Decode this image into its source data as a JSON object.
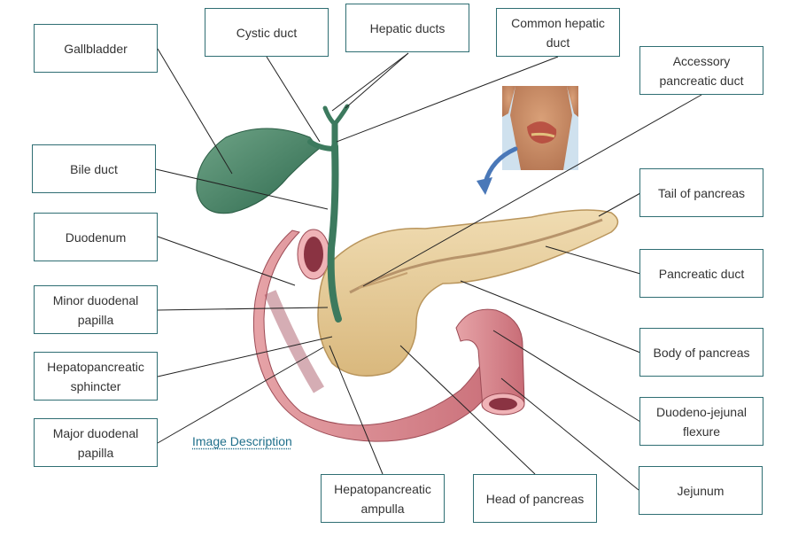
{
  "labels": {
    "gallbladder": "Gallbladder",
    "cystic_duct": "Cystic duct",
    "hepatic_ducts": "Hepatic ducts",
    "common_hepatic_duct": "Common hepatic duct",
    "accessory_pancreatic_duct": "Accessory pancreatic duct",
    "bile_duct": "Bile duct",
    "tail_of_pancreas": "Tail of pancreas",
    "duodenum": "Duodenum",
    "pancreatic_duct": "Pancreatic duct",
    "minor_duodenal_papilla": "Minor duodenal papilla",
    "body_of_pancreas": "Body of pancreas",
    "hepatopancreatic_sphincter": "Hepatopancreatic sphincter",
    "duodeno_jejunal_flexure": "Duodeno-jejunal flexure",
    "major_duodenal_papilla": "Major duodenal papilla",
    "hepatopancreatic_ampulla": "Hepatopancreatic ampulla",
    "head_of_pancreas": "Head of pancreas",
    "jejunum": "Jejunum"
  },
  "link": {
    "image_description": "Image Description"
  },
  "colors": {
    "label_border": "#2f6e73",
    "leader_line": "#222222",
    "gallbladder": "#4f8a6b",
    "pancreas": "#e8cf9e",
    "duodenum": "#d9868e",
    "arrow": "#4a78b8",
    "link": "#1f6f8b"
  }
}
